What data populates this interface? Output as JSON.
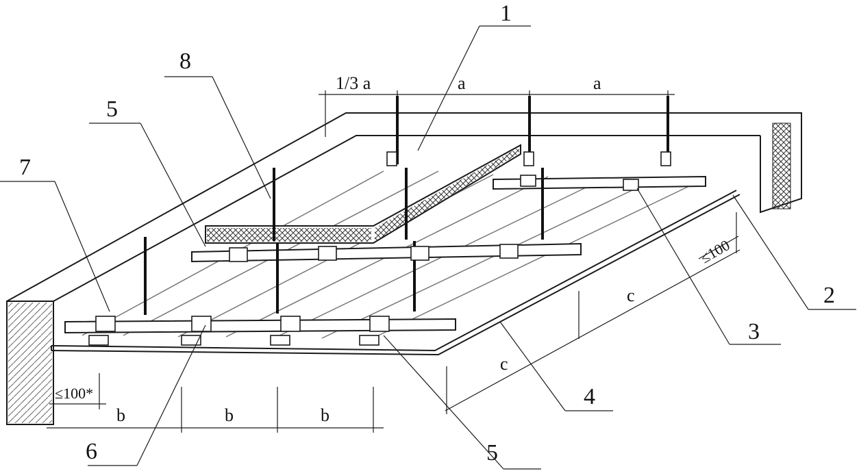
{
  "callouts": [
    "1",
    "2",
    "3",
    "4",
    "5",
    "5",
    "6",
    "7",
    "8"
  ],
  "dimensions": {
    "one_third_a": "1/3 a",
    "a": "a",
    "b": "b",
    "c": "c",
    "max_100": "≤100",
    "max_100_star": "≤100*"
  },
  "colors": {
    "line": "#1a1a1a",
    "hatch": "#555555",
    "background": "#ffffff"
  }
}
